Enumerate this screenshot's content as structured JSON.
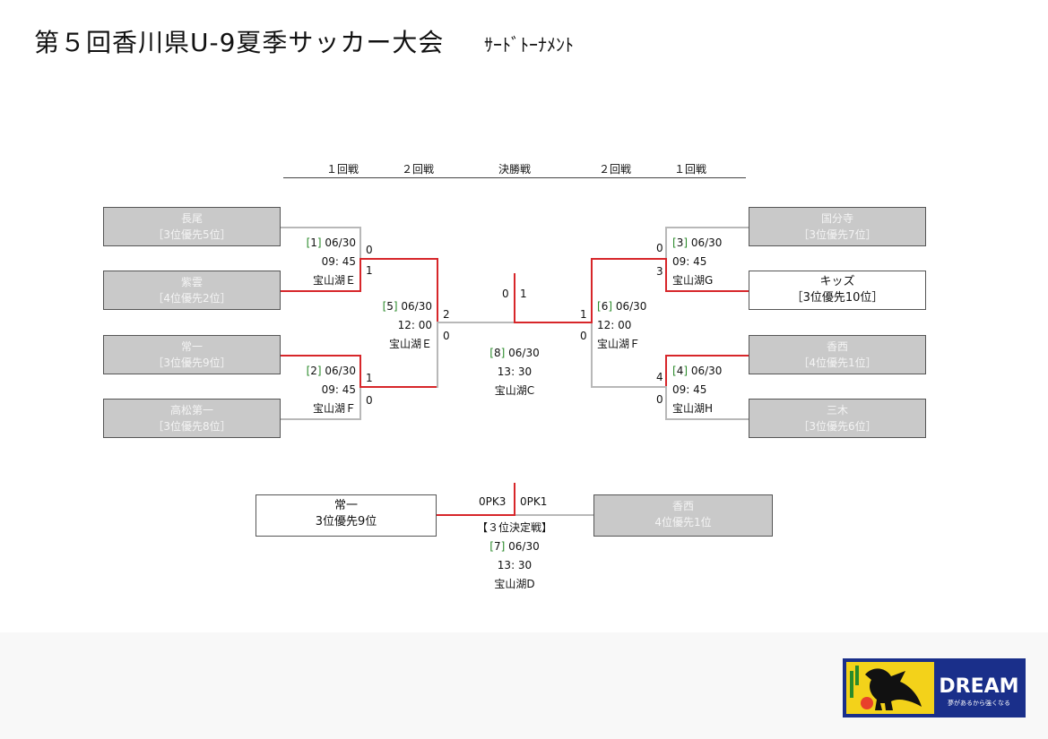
{
  "title": "第５回香川県U-9夏季サッカー大会",
  "subtitle": "ｻｰﾄﾞﾄｰﾅﾒﾝﾄ",
  "rounds": {
    "left_r1": "１回戦",
    "left_r2": "２回戦",
    "final": "決勝戦",
    "right_r2": "２回戦",
    "right_r1": "１回戦"
  },
  "teams": {
    "t1": {
      "name": "長尾",
      "rank": "［3位優先5位］"
    },
    "t2": {
      "name": "紫雲",
      "rank": "［4位優先2位］"
    },
    "t3": {
      "name": "常一",
      "rank": "［3位優先9位］"
    },
    "t4": {
      "name": "高松第一",
      "rank": "［3位優先8位］"
    },
    "t5": {
      "name": "国分寺",
      "rank": "［3位優先7位］"
    },
    "t6": {
      "name": "キッズ",
      "rank": "［3位優先10位］"
    },
    "t7": {
      "name": "香西",
      "rank": "［4位優先1位］"
    },
    "t8": {
      "name": "三木",
      "rank": "［3位優先6位］"
    },
    "third_left": {
      "name": "常一",
      "rank": "3位優先9位"
    },
    "third_right": {
      "name": "香西",
      "rank": "4位優先1位"
    }
  },
  "matches": {
    "m1": {
      "no": "1",
      "date": "06/30",
      "time": "09: 45",
      "venue": "宝山湖Ｅ",
      "score_top": "0",
      "score_bottom": "1"
    },
    "m2": {
      "no": "2",
      "date": "06/30",
      "time": "09: 45",
      "venue": "宝山湖Ｆ",
      "score_top": "1",
      "score_bottom": "0"
    },
    "m3": {
      "no": "3",
      "date": "06/30",
      "time": "09: 45",
      "venue": "宝山湖G",
      "score_top": "0",
      "score_bottom": "3"
    },
    "m4": {
      "no": "4",
      "date": "06/30",
      "time": "09: 45",
      "venue": "宝山湖H",
      "score_top": "4",
      "score_bottom": "0"
    },
    "m5": {
      "no": "5",
      "date": "06/30",
      "time": "12: 00",
      "venue": "宝山湖Ｅ",
      "score_top": "2",
      "score_bottom": "0"
    },
    "m6": {
      "no": "6",
      "date": "06/30",
      "time": "12: 00",
      "venue": "宝山湖Ｆ",
      "score_top": "1",
      "score_bottom": "0"
    },
    "m8": {
      "no": "8",
      "date": "06/30",
      "time": "13: 30",
      "venue": "宝山湖C",
      "score_left": "0",
      "score_right": "1"
    },
    "m7": {
      "label": "【３位決定戦】",
      "no": "7",
      "date": "06/30",
      "time": "13: 30",
      "venue": "宝山湖D",
      "score_left": "0PK3",
      "score_right": "0PK1"
    }
  },
  "logo": {
    "text": "DREAM",
    "tagline": "夢があるから強くなる"
  },
  "colors": {
    "winner_line": "#d7262a",
    "loser_line": "#b8b8b8",
    "team_box": "#c9c9c9"
  }
}
